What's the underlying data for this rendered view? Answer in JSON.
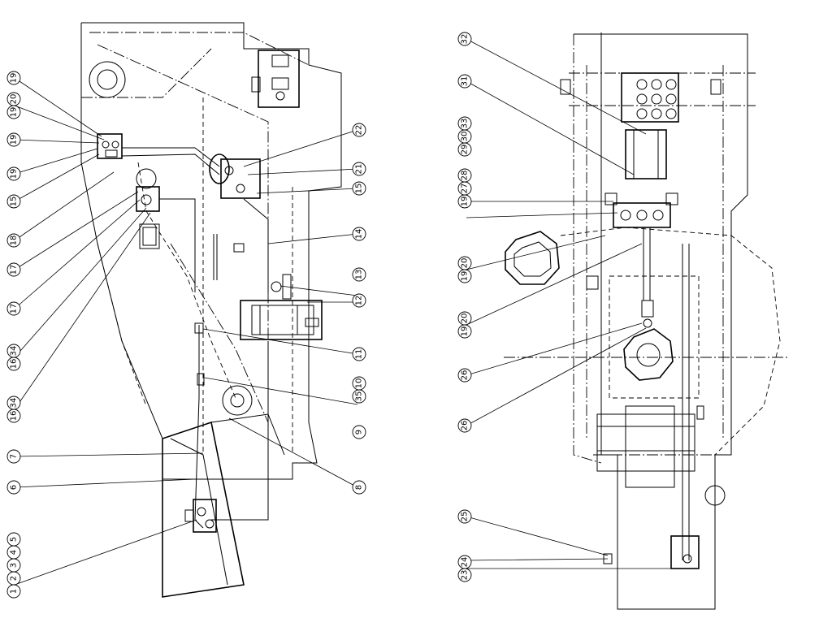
{
  "left_view": {
    "callouts": [
      "1",
      "2",
      "3",
      "4",
      "5",
      "6",
      "7",
      "8",
      "9",
      "10",
      "11",
      "12",
      "13",
      "14",
      "15",
      "16",
      "17",
      "18",
      "19",
      "20",
      "21",
      "22",
      "34",
      "35"
    ]
  },
  "right_view": {
    "callouts": [
      "19",
      "20",
      "23",
      "24",
      "25",
      "26",
      "27",
      "28",
      "29",
      "30",
      "31",
      "32",
      "33"
    ]
  }
}
